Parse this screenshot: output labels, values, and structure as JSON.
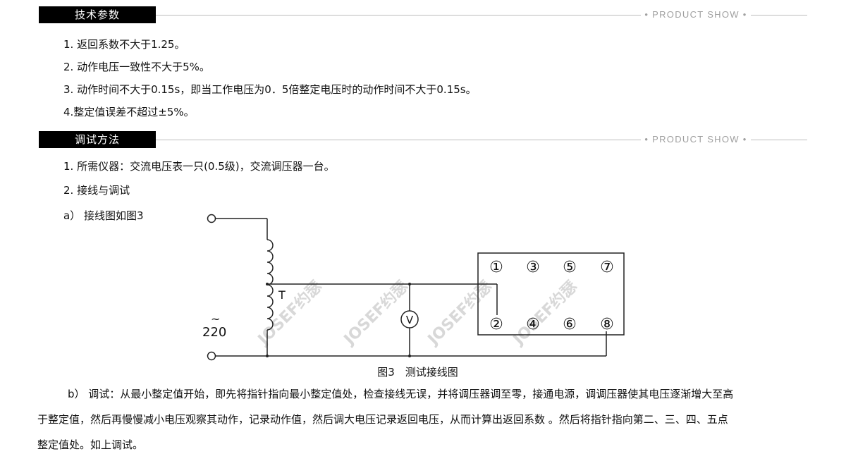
{
  "sections": {
    "params": {
      "title": "技术参数",
      "show": "• PRODUCT SHOW •"
    },
    "debug": {
      "title": "调试方法",
      "show": "• PRODUCT SHOW •"
    }
  },
  "params_items": [
    "1. 返回系数不大于1.25。",
    "2. 动作电压一致性不大于5%。",
    "3. 动作时间不大于0.15s，即当工作电压为0．5倍整定电压时的动作时间不大于0.15s。",
    "4.整定值误差不超过±5%。"
  ],
  "debug_items": [
    "1. 所需仪器：交流电压表一只(0.5级)，交流调压器一台。",
    "2. 接线与调试",
    "a） 接线图如图3"
  ],
  "diagram": {
    "transformer_label": "T",
    "source_symbol": "~",
    "source_voltage": "220",
    "voltmeter_label": "V",
    "terminals_top": [
      "①",
      "③",
      "⑤",
      "⑦"
    ],
    "terminals_bottom": [
      "②",
      "④",
      "⑥",
      "⑧"
    ],
    "watermark": "JOSEF约瑟",
    "caption": "图3　测试接线图"
  },
  "paragraph_b": [
    "b） 调试：从最小整定值开始，即先将指针指向最小整定值处，检查接线无误，并将调压器调至零，接通电源，调调压器使其电压逐渐增大至高",
    "于整定值，然后再慢慢减小电压观察其动作，记录动作值，然后调大电压记录返回电压，从而计算出返回系数 。然后将指针指向第二、三、四、五点",
    "整定值处。如上调试。"
  ]
}
